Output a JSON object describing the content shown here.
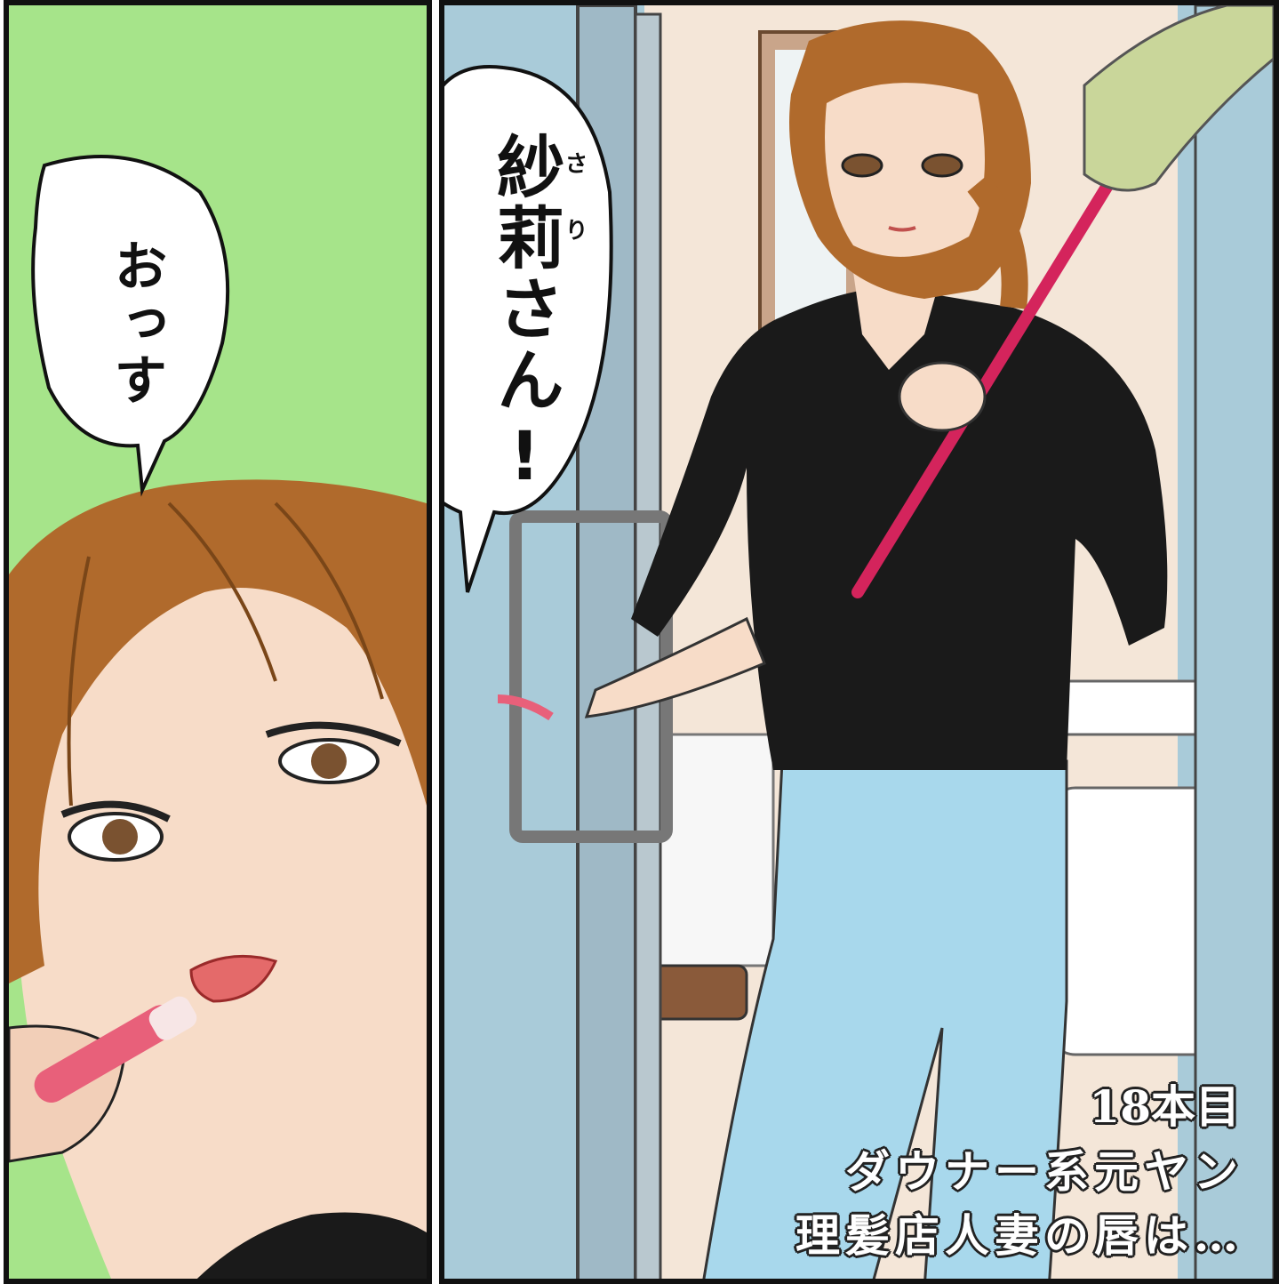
{
  "panels": {
    "left": {
      "speech": "おっす"
    },
    "right": {
      "speech": "紗莉さん!",
      "ruby": [
        "さ",
        "り"
      ]
    }
  },
  "caption": {
    "line1": "18本目",
    "line2": "ダウナー系元ヤン",
    "line3": "理髪店人妻の唇は…"
  },
  "colors": {
    "left_background": "#a6e48a",
    "door_glass": "#a9cbd9",
    "hair": "#b06a2c",
    "shirt": "#1a1a1a",
    "jeans": "#a8d8ec",
    "broom_handle": "#d4245c"
  }
}
